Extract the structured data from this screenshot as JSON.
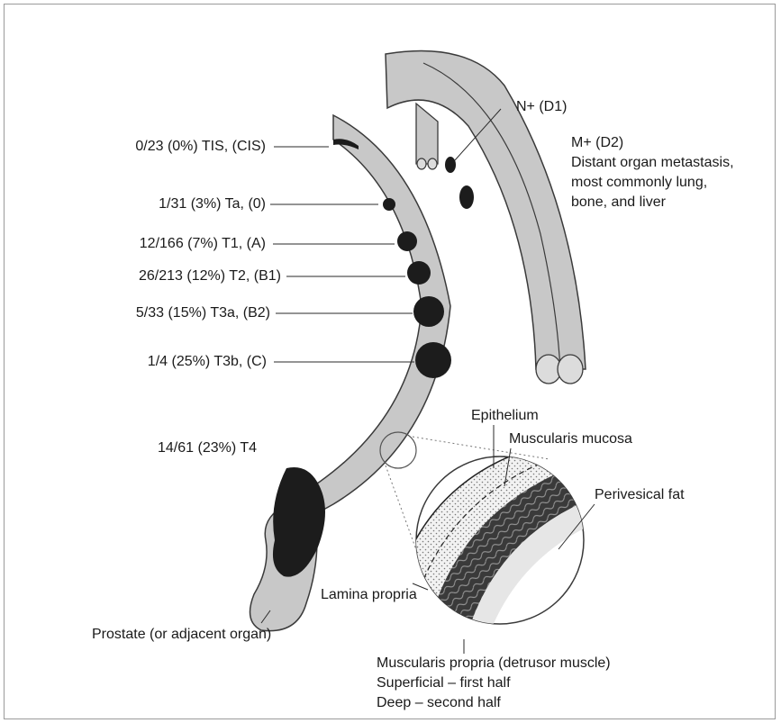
{
  "diagram": {
    "stages": [
      {
        "label": "0/23 (0%) TIS, (CIS)"
      },
      {
        "label": "1/31 (3%) Ta, (0)"
      },
      {
        "label": "12/166 (7%) T1, (A)"
      },
      {
        "label": "26/213 (12%) T2, (B1)"
      },
      {
        "label": "5/33 (15%) T3a, (B2)"
      },
      {
        "label": "1/4 (25%) T3b, (C)"
      },
      {
        "label": "14/61 (23%) T4"
      }
    ],
    "node_label": "N+ (D1)",
    "metastasis": {
      "title": "M+ (D2)",
      "lines": [
        "Distant organ metastasis,",
        "most commonly lung,",
        "bone, and liver"
      ]
    },
    "prostate_label": "Prostate (or adjacent organ)",
    "layers": {
      "epithelium": "Epithelium",
      "muscularis_mucosa": "Muscularis mucosa",
      "perivesical_fat": "Perivesical fat",
      "lamina_propria": "Lamina propria",
      "muscularis_propria": "Muscularis propria (detrusor muscle)",
      "superficial": "Superficial – first half",
      "deep": "Deep – second half"
    },
    "colors": {
      "tissue": "#c8c8c8",
      "outline": "#3a3a3a",
      "tumor": "#1c1c1c",
      "line": "#2a2a2a"
    }
  }
}
